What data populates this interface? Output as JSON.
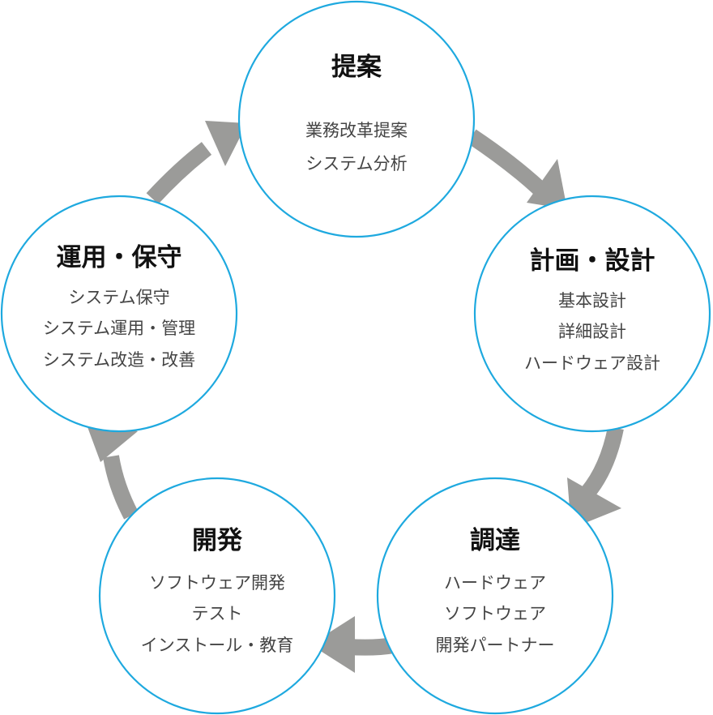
{
  "cycle": {
    "stages": [
      {
        "id": "proposal",
        "title": "提案",
        "items": [
          "業務改革提案",
          "システム分析"
        ]
      },
      {
        "id": "planning-design",
        "title": "計画・設計",
        "items": [
          "基本設計",
          "詳細設計",
          "ハードウェア設計"
        ]
      },
      {
        "id": "procurement",
        "title": "調達",
        "items": [
          "ハードウェア",
          "ソフトウェア",
          "開発パートナー"
        ]
      },
      {
        "id": "development",
        "title": "開発",
        "items": [
          "ソフトウェア開発",
          "テスト",
          "インストール・教育"
        ]
      },
      {
        "id": "operation-maintenance",
        "title": "運用・保守",
        "items": [
          "システム保守",
          "システム運用・管理",
          "システム改造・改善"
        ]
      }
    ]
  },
  "colors": {
    "circle_stroke": "#1ea9df",
    "arrow": "#9b9b99",
    "title_text": "#111111",
    "item_text": "#444444"
  }
}
